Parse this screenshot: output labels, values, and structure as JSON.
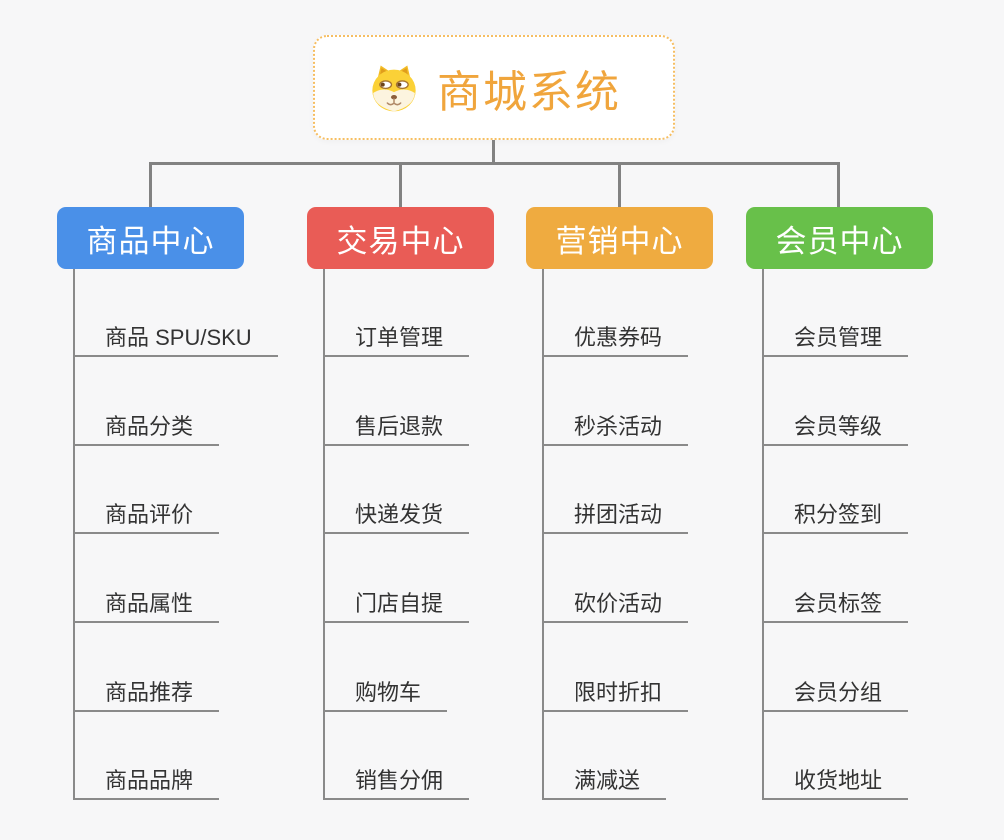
{
  "canvas": {
    "background": "#F7F7F8",
    "connector_color": "#828282",
    "leaf_line_color": "#8A8A8A"
  },
  "root": {
    "title": "商城系统",
    "title_color": "#F0A53C",
    "border_color": "#F6BE62",
    "icon": "dog-face-icon"
  },
  "branches": [
    {
      "label": "商品中心",
      "color": "#4A90E8",
      "items": [
        "商品 SPU/SKU",
        "商品分类",
        "商品评价",
        "商品属性",
        "商品推荐",
        "商品品牌"
      ]
    },
    {
      "label": "交易中心",
      "color": "#E95C56",
      "items": [
        "订单管理",
        "售后退款",
        "快递发货",
        "门店自提",
        "购物车",
        "销售分佣"
      ]
    },
    {
      "label": "营销中心",
      "color": "#EFAB40",
      "items": [
        "优惠券码",
        "秒杀活动",
        "拼团活动",
        "砍价活动",
        "限时折扣",
        "满减送"
      ]
    },
    {
      "label": "会员中心",
      "color": "#68C04A",
      "items": [
        "会员管理",
        "会员等级",
        "积分签到",
        "会员标签",
        "会员分组",
        "收货地址"
      ]
    }
  ]
}
